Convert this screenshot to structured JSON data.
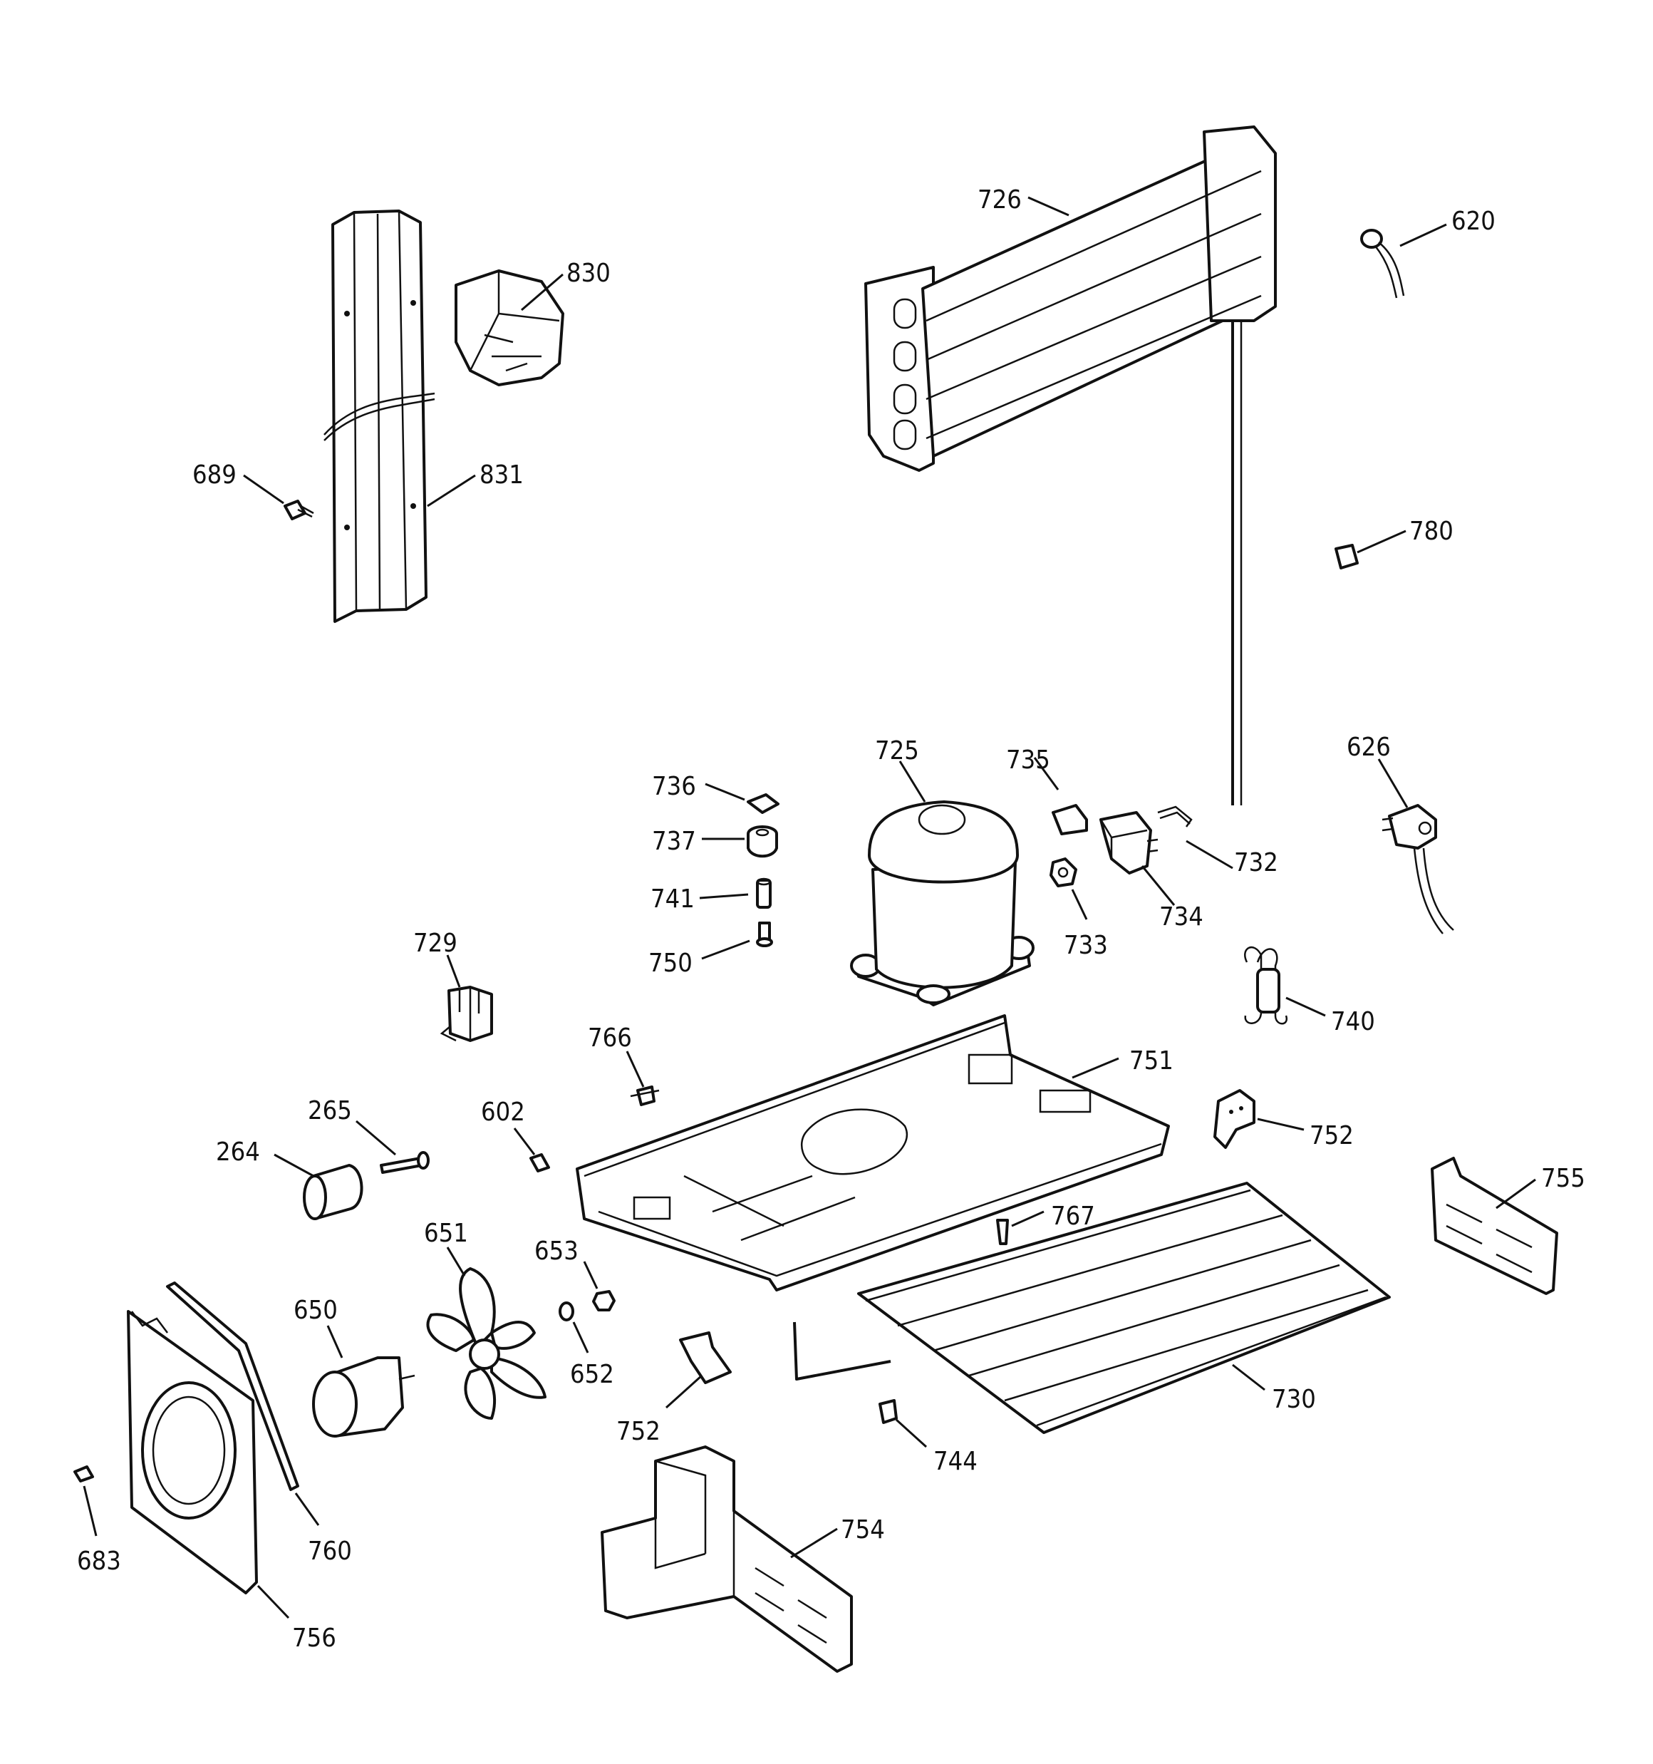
{
  "parts": [
    {
      "id": "p726",
      "number": "726"
    },
    {
      "id": "p620",
      "number": "620"
    },
    {
      "id": "p830",
      "number": "830"
    },
    {
      "id": "p831",
      "number": "831"
    },
    {
      "id": "p689",
      "number": "689"
    },
    {
      "id": "p780",
      "number": "780"
    },
    {
      "id": "p626",
      "number": "626"
    },
    {
      "id": "p725",
      "number": "725"
    },
    {
      "id": "p735",
      "number": "735"
    },
    {
      "id": "p736",
      "number": "736"
    },
    {
      "id": "p737",
      "number": "737"
    },
    {
      "id": "p741",
      "number": "741"
    },
    {
      "id": "p750",
      "number": "750"
    },
    {
      "id": "p732",
      "number": "732"
    },
    {
      "id": "p734",
      "number": "734"
    },
    {
      "id": "p733",
      "number": "733"
    },
    {
      "id": "p729",
      "number": "729"
    },
    {
      "id": "p740",
      "number": "740"
    },
    {
      "id": "p766",
      "number": "766"
    },
    {
      "id": "p751",
      "number": "751"
    },
    {
      "id": "p265",
      "number": "265"
    },
    {
      "id": "p602",
      "number": "602"
    },
    {
      "id": "p264",
      "number": "264"
    },
    {
      "id": "p752a",
      "number": "752"
    },
    {
      "id": "p755",
      "number": "755"
    },
    {
      "id": "p651",
      "number": "651"
    },
    {
      "id": "p767",
      "number": "767"
    },
    {
      "id": "p653",
      "number": "653"
    },
    {
      "id": "p650",
      "number": "650"
    },
    {
      "id": "p652",
      "number": "652"
    },
    {
      "id": "p730",
      "number": "730"
    },
    {
      "id": "p752b",
      "number": "752"
    },
    {
      "id": "p744",
      "number": "744"
    },
    {
      "id": "p683",
      "number": "683"
    },
    {
      "id": "p760",
      "number": "760"
    },
    {
      "id": "p754",
      "number": "754"
    },
    {
      "id": "p756",
      "number": "756"
    }
  ]
}
